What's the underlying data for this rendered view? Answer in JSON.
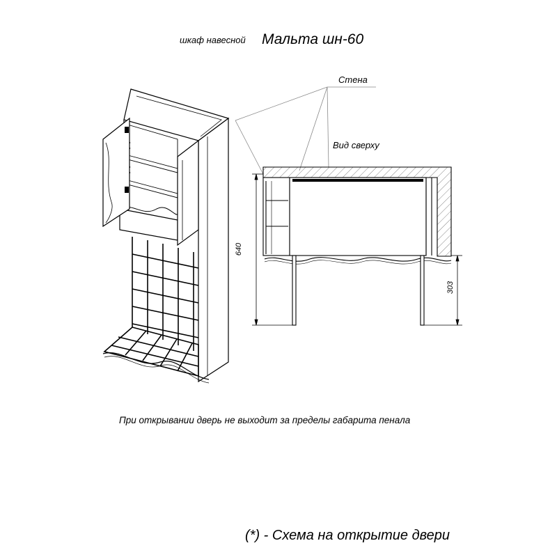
{
  "title": {
    "prefix": "шкаф навесной",
    "model": "Мальта шн-60"
  },
  "labels": {
    "wall": "Стена",
    "top_view": "Вид сверху"
  },
  "dimensions": {
    "depth": "640",
    "door_offset": "303"
  },
  "note": "При открывании дверь не выходит за пределы габарита пенала",
  "legend": "(*) - Схема на открытие двери",
  "colors": {
    "line": "#000000",
    "hatch": "#555555",
    "guide": "#888888"
  }
}
